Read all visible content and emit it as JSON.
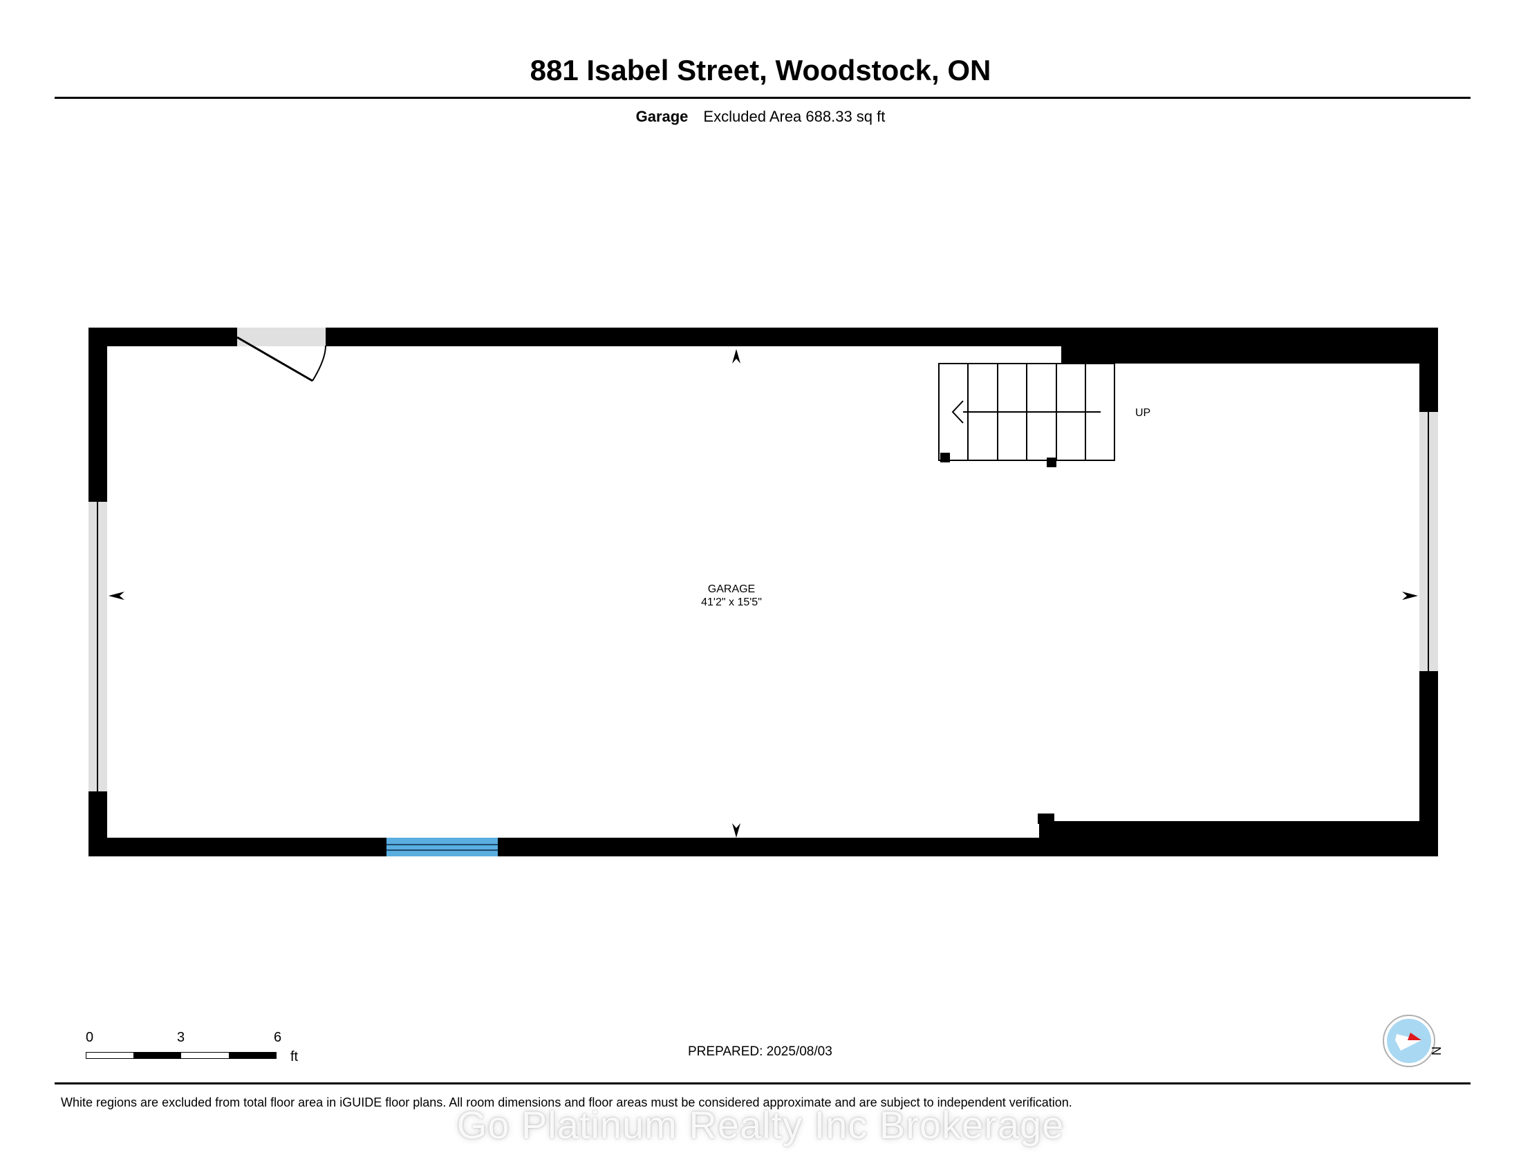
{
  "header": {
    "title": "881 Isabel Street, Woodstock, ON",
    "floor_name": "Garage",
    "area_text": "Excluded Area 688.33 sq ft"
  },
  "plan": {
    "room_name": "GARAGE",
    "room_dimensions": "41'2\" x 15'5\"",
    "stairs_label": "UP"
  },
  "scale": {
    "tick_0": "0",
    "tick_3": "3",
    "tick_6": "6",
    "unit": "ft"
  },
  "prepared": "PREPARED: 2025/08/03",
  "compass": {
    "label": "N"
  },
  "footer": {
    "disclaimer": "White regions are excluded from total floor area in iGUIDE floor plans. All room dimensions and floor areas must be considered approximate and are subject to independent verification."
  },
  "watermark": "Go Platinum Realty Inc Brokerage",
  "colors": {
    "wall": "#000000",
    "window": "#e0e0e0",
    "garage_door": "#5aaee0",
    "compass_red": "#e0191c",
    "compass_blue": "#a9d8f2"
  }
}
